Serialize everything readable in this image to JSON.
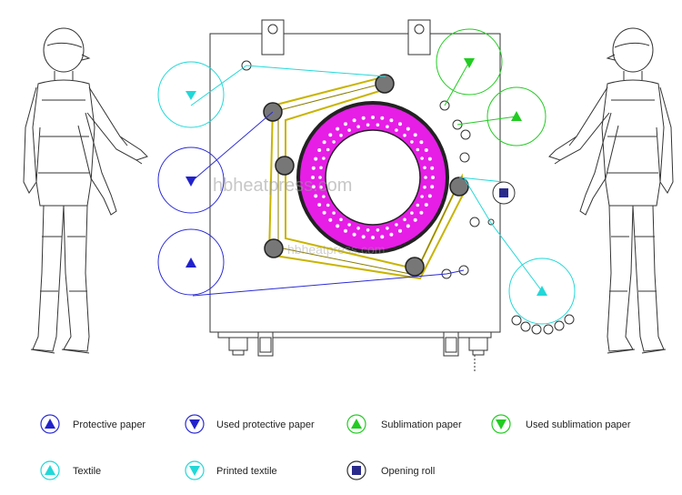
{
  "watermark": {
    "main": "hbheatpress.com",
    "secondary": "hbheatpress.com"
  },
  "colors": {
    "protective": "#2b2bd6",
    "used_protective": "#2b2bd6",
    "sublimation": "#22cc22",
    "used_sublimation": "#22cc22",
    "textile": "#22d8d8",
    "printed_textile": "#22d8d8",
    "drum": "#e61ee6",
    "belt": "#c8b400",
    "opening_roll": "#2a2a8a"
  },
  "legend": [
    {
      "label": "Protective paper",
      "icon": "up-triangle-icon",
      "color": "#2b2bd6"
    },
    {
      "label": "Used protective paper",
      "icon": "down-triangle-icon",
      "color": "#2b2bd6"
    },
    {
      "label": "Sublimation paper",
      "icon": "up-triangle-icon",
      "color": "#22cc22"
    },
    {
      "label": "Used sublimation paper",
      "icon": "down-triangle-icon",
      "color": "#22cc22"
    },
    {
      "label": "Textile",
      "icon": "up-triangle-icon",
      "color": "#22d8d8"
    },
    {
      "label": "Printed textile",
      "icon": "down-triangle-icon",
      "color": "#22d8d8"
    },
    {
      "label": "Opening roll",
      "icon": "square-icon",
      "color": "#2a2a8a"
    }
  ]
}
